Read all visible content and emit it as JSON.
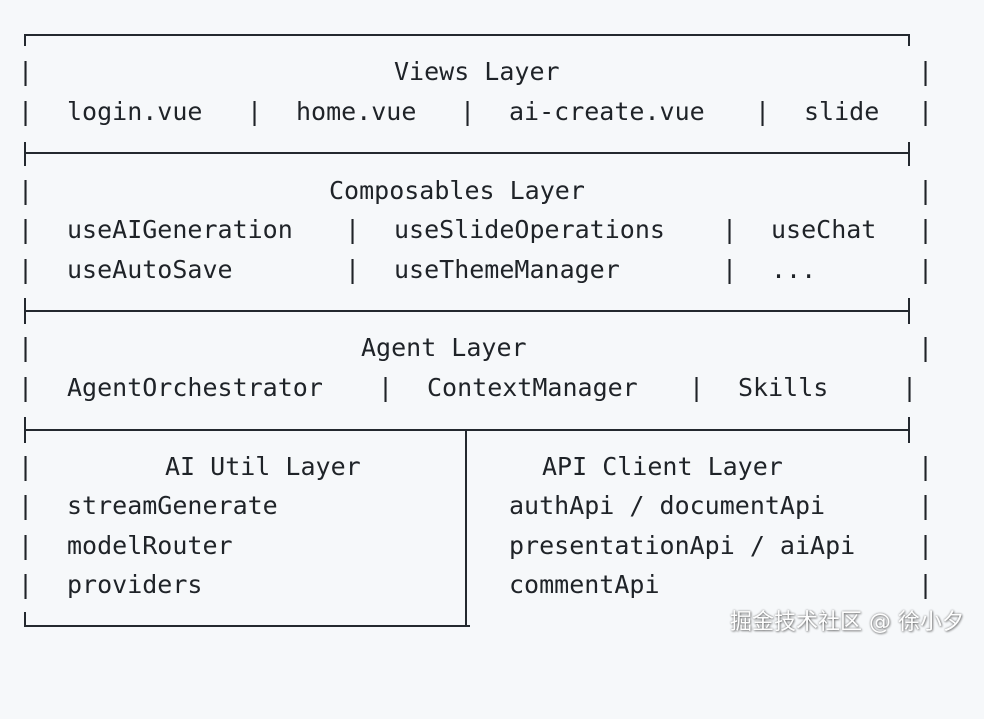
{
  "layers": {
    "views": {
      "title": "Views Layer",
      "items": [
        "login.vue",
        "home.vue",
        "ai-create.vue",
        "slide"
      ]
    },
    "composables": {
      "title": "Composables Layer",
      "row1": [
        "useAIGeneration",
        "useSlideOperations",
        "useChat"
      ],
      "row2": [
        "useAutoSave",
        "useThemeManager",
        "..."
      ]
    },
    "agent": {
      "title": "Agent Layer",
      "items": [
        "AgentOrchestrator",
        "ContextManager",
        "Skills"
      ]
    },
    "ai_util": {
      "title": "AI Util Layer",
      "items": [
        "streamGenerate",
        "modelRouter",
        "providers"
      ]
    },
    "api_client": {
      "title": "API Client Layer",
      "items": [
        "authApi / documentApi",
        "presentationApi / aiApi",
        "commentApi"
      ]
    }
  },
  "watermark": "掘金技术社区 @ 徐小夕"
}
